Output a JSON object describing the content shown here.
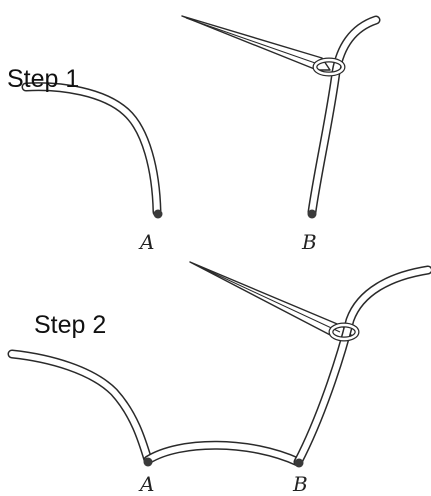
{
  "steps": [
    {
      "label": "Step 1",
      "point_a": "A",
      "point_b": "B"
    },
    {
      "label": "Step 2",
      "point_a": "A",
      "point_b": "B"
    }
  ],
  "colors": {
    "stroke": "#2a2a2a",
    "fill": "#ffffff",
    "point": "#3a3a3a"
  }
}
